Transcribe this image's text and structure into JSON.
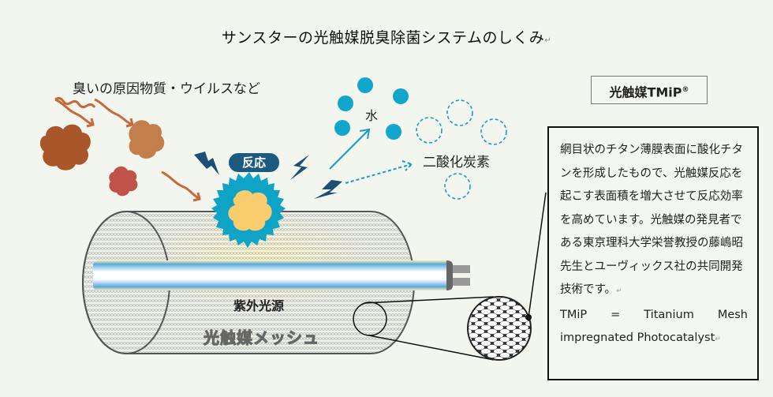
{
  "title": "サンスターの光触媒脱臭除菌システムのしくみ",
  "paragraph_mark": "↵",
  "labels": {
    "odor_sources": "臭いの原因物質・ウイルスなど",
    "water": "水",
    "co2": "二酸化炭素",
    "reaction": "反応",
    "uv_source": "紫外光源",
    "mesh": "光触媒メッシュ"
  },
  "tmip_badge": {
    "text": "光触媒TMiP",
    "registered": "®"
  },
  "description": {
    "jp": "網目状のチタン薄膜表面に酸化チタンを形成したもので、光触媒反応を起こす表面積を増大させて反応効率を高めています。光触媒の発見者である東京理科大学栄誉教授の藤嶋昭先生とユーヴィックス社の共同開発技術です。",
    "en_line1": "TMiP = Titanium Mesh",
    "en_line2": "impregnated Photocatalyst"
  },
  "colors": {
    "background": "#f2f6ee",
    "particle_dark": "#a9562a",
    "particle_mid": "#c27e4b",
    "particle_red": "#c0524a",
    "wave_arrow": "#c8693a",
    "bolt": "#1c4f73",
    "badge": "#1c5a80",
    "burst": "#0fa4c6",
    "burst_core": "#f9cd6e",
    "water_dot": "#12a6cc",
    "uv_tube": "#5aa9dd"
  }
}
